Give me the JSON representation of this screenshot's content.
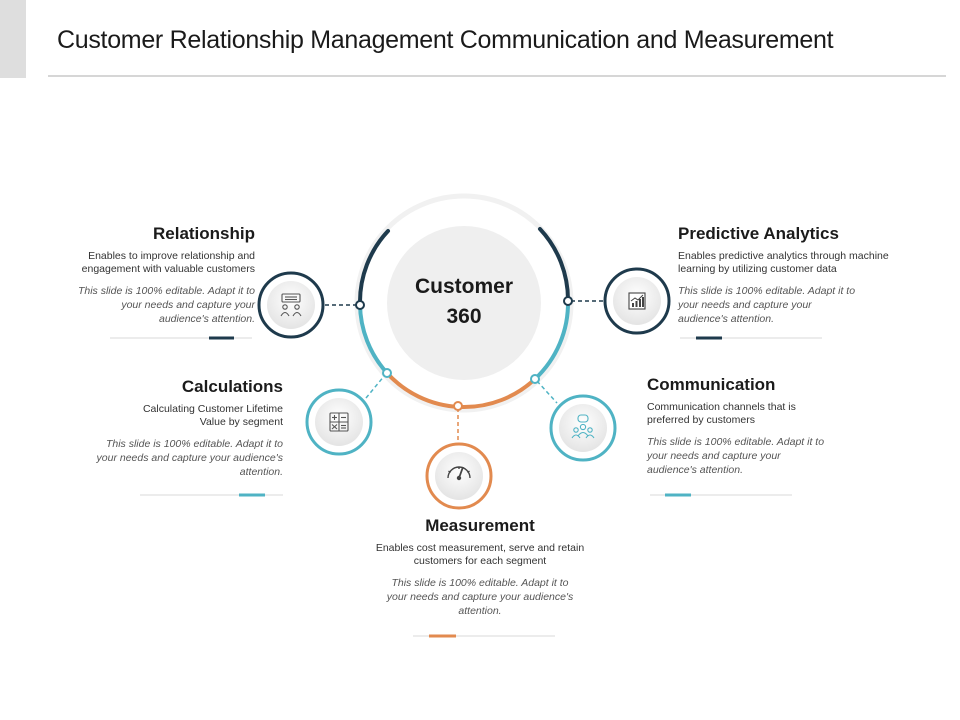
{
  "slide": {
    "title": "Customer Relationship Management Communication and Measurement"
  },
  "hub": {
    "line1": "Customer",
    "line2": "360"
  },
  "colors": {
    "navy": "#1e3a4c",
    "teal": "#4fb3c4",
    "orange": "#e28a4f",
    "hub_fill": "#efefef",
    "underline_gray": "#d9d9d9"
  },
  "sections": {
    "relationship": {
      "heading": "Relationship",
      "desc": "Enables to improve relationship and engagement with valuable customers",
      "note": "This slide is 100% editable. Adapt it to your needs and capture your audience's attention.",
      "icon": "meeting-icon",
      "accent": "#1e3a4c"
    },
    "calculations": {
      "heading": "Calculations",
      "desc": "Calculating Customer Lifetime Value by segment",
      "note": "This slide is 100% editable. Adapt it to your needs and capture your audience's attention.",
      "icon": "calculator-icon",
      "accent": "#4fb3c4"
    },
    "measurement": {
      "heading": "Measurement",
      "desc": "Enables cost measurement, serve and retain customers for each segment",
      "note": "This slide is 100% editable. Adapt it to your needs and capture your audience's attention.",
      "icon": "gauge-icon",
      "accent": "#e28a4f"
    },
    "communication": {
      "heading": "Communication",
      "desc": "Communication channels that is preferred by customers",
      "note": "This slide is 100% editable. Adapt it to your needs and capture your audience's attention.",
      "icon": "users-icon",
      "accent": "#4fb3c4"
    },
    "predictive": {
      "heading": "Predictive Analytics",
      "desc": "Enables predictive analytics through machine learning by utilizing customer data",
      "note": "This slide is 100% editable. Adapt it to your needs and capture your audience's attention.",
      "icon": "chart-icon",
      "accent": "#1e3a4c"
    }
  }
}
